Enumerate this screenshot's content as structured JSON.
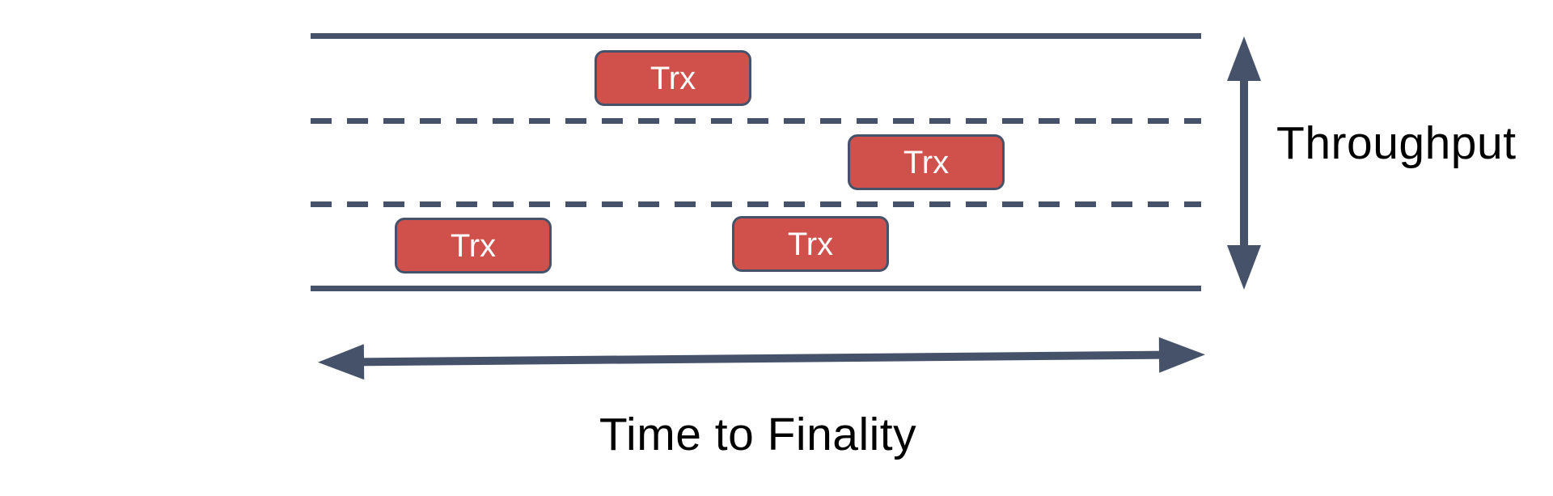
{
  "diagram": {
    "type": "lanes-throughput-diagram",
    "colors": {
      "line": "#46526a",
      "box_fill": "#d0514b",
      "box_text": "#ffffff",
      "label_text": "#000000",
      "background": "#ffffff"
    },
    "road": {
      "lane_count": 3,
      "edge_style": "solid",
      "divider_style": "dashed"
    },
    "boxes": [
      {
        "label": "Trx",
        "lane": 1
      },
      {
        "label": "Trx",
        "lane": 2
      },
      {
        "label": "Trx",
        "lane": 3
      },
      {
        "label": "Trx",
        "lane": 3
      }
    ],
    "axes": {
      "vertical_label": "Throughput",
      "horizontal_label": "Time to Finality"
    }
  }
}
